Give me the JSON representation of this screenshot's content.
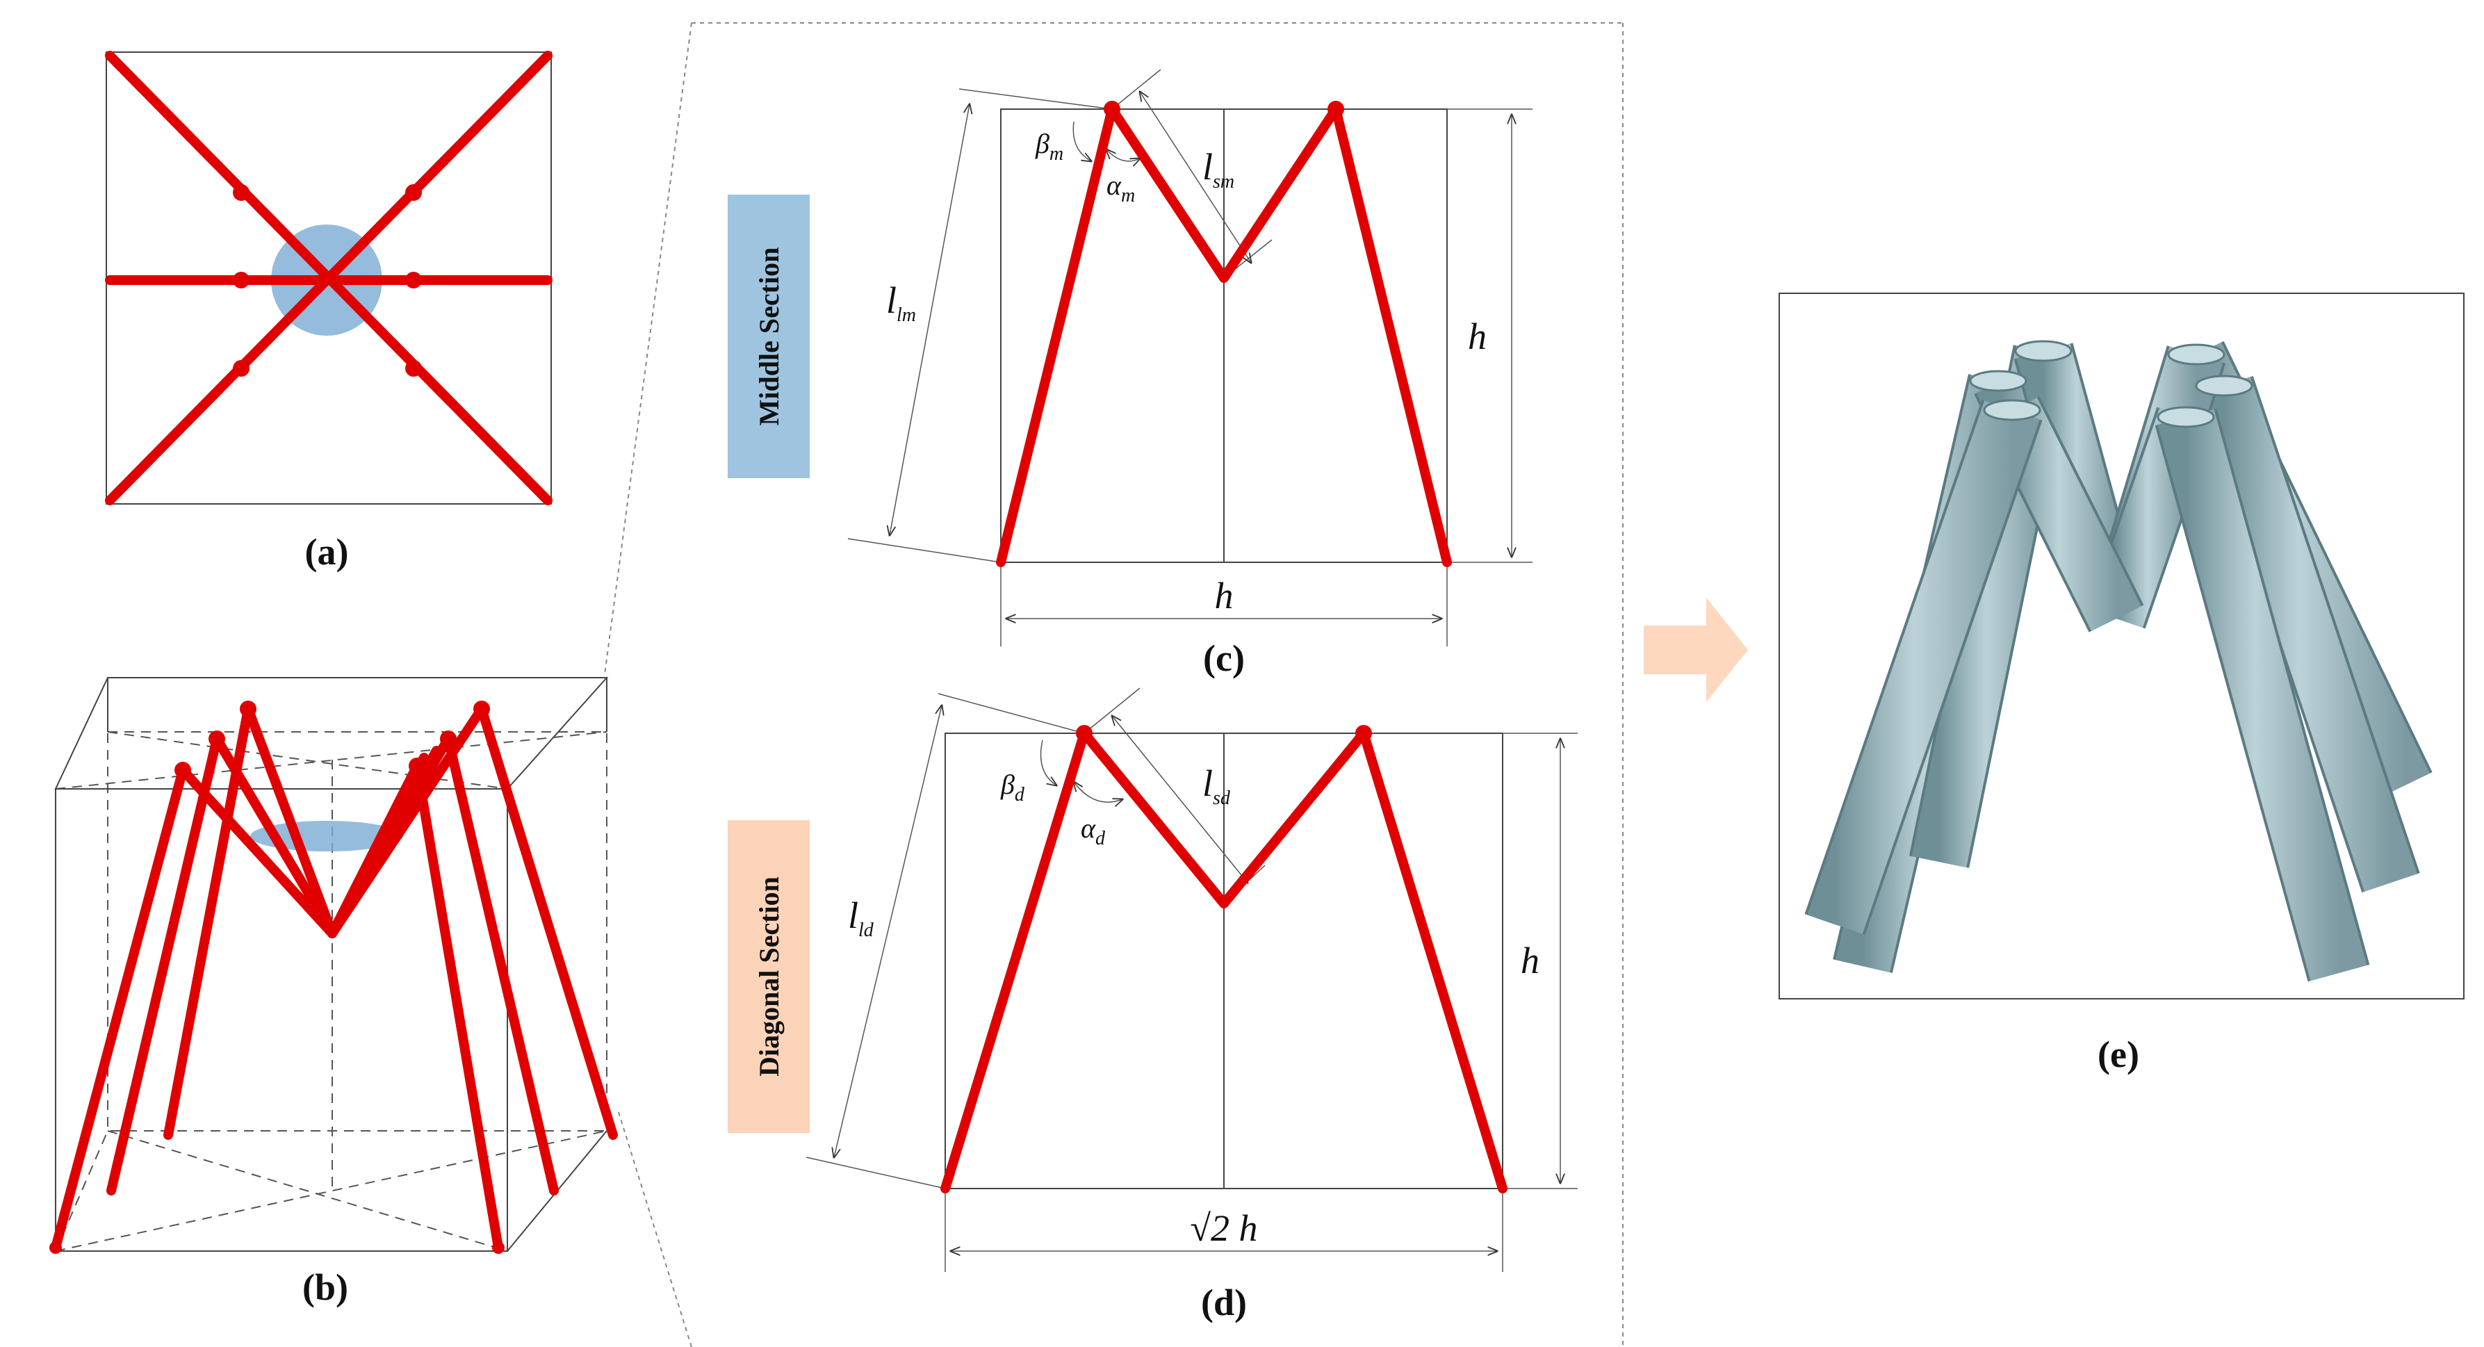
{
  "panels": {
    "a": {
      "caption": "(a)"
    },
    "b": {
      "caption": "(b)"
    },
    "c": {
      "caption": "(c)",
      "section_label": "Middle Section",
      "h_label": "h",
      "width_label": "h",
      "beta": {
        "base": "β",
        "sub": "m"
      },
      "alpha": {
        "base": "α",
        "sub": "m"
      },
      "l_long": {
        "base": "l",
        "sub": "lm"
      },
      "l_short": {
        "base": "l",
        "sub": "sm"
      }
    },
    "d": {
      "caption": "(d)",
      "section_label": "Diagonal Section",
      "h_label": "h",
      "width_label": "√2 h",
      "beta": {
        "base": "β",
        "sub": "d"
      },
      "alpha": {
        "base": "α",
        "sub": "d"
      },
      "l_long": {
        "base": "l",
        "sub": "ld"
      },
      "l_short": {
        "base": "l",
        "sub": "sd"
      }
    },
    "e": {
      "caption": "(e)"
    }
  },
  "colors": {
    "strut": "#e00000",
    "node_highlight": "#7aaad4",
    "middle_tag": "#9ec4e0",
    "diagonal_tag": "#fbd3b8",
    "arrow": "#fdd8bf",
    "rod_fill": "#9fb8bf",
    "rod_edge": "#5c7a82"
  }
}
